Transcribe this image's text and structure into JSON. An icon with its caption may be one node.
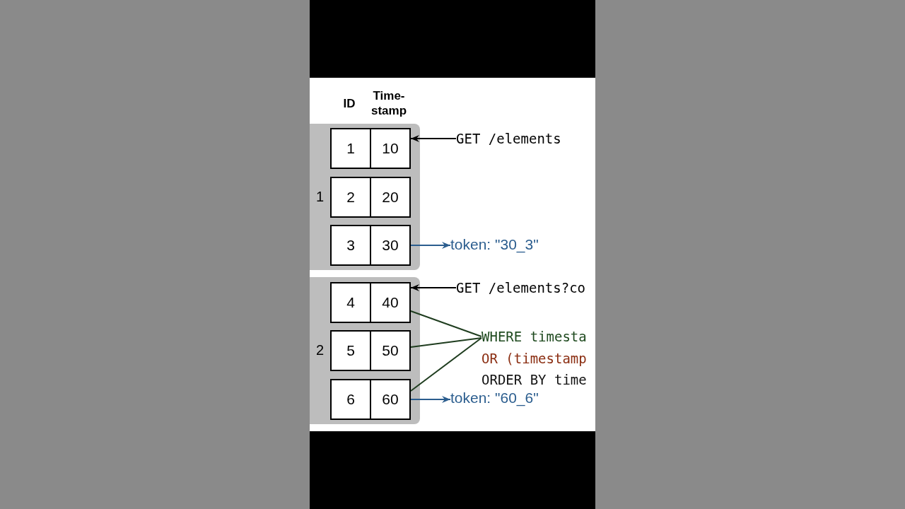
{
  "diagram": {
    "nodes": [
      {
        "text": [
          "1"
        ]
      },
      {
        "text": [
          "1",
          "10"
        ],
        "in": 0
      },
      {
        "text": [
          "2",
          "20"
        ],
        "in": 0
      },
      {
        "text": [
          "3",
          "30"
        ],
        "in": 0
      },
      {
        "text": [
          "2"
        ]
      },
      {
        "text": [
          "4",
          "40"
        ],
        "in": 4
      },
      {
        "text": [
          "5",
          "50"
        ],
        "in": 4
      },
      {
        "text": [
          "6",
          "60"
        ],
        "in": 4
      },
      {
        "text": [
          "GET /elements"
        ]
      },
      {
        "text": [
          "token: \"30_3\""
        ]
      },
      {
        "text": [
          "GET /elements?co"
        ]
      },
      {
        "text": [
          "WHERE timesta",
          "OR (timestamp",
          "ORDER BY time"
        ]
      },
      {
        "text": [
          "token: \"60_6\""
        ]
      }
    ],
    "edges": [
      {
        "from": 8,
        "to": 1,
        "arrow": "to",
        "color": "#000000"
      },
      {
        "from": 3,
        "to": 9,
        "arrow": "to",
        "color": "#2b5d8e"
      },
      {
        "from": 10,
        "to": 5,
        "arrow": "to",
        "color": "#000000"
      },
      {
        "from": 11,
        "to": 5,
        "arrow": "none",
        "color": "#1f3d1f"
      },
      {
        "from": 11,
        "to": 6,
        "arrow": "none",
        "color": "#1f3d1f"
      },
      {
        "from": 11,
        "to": 7,
        "arrow": "none",
        "color": "#1f3d1f"
      },
      {
        "from": 7,
        "to": 12,
        "arrow": "to",
        "color": "#2b5d8e"
      }
    ],
    "labels": [
      "ID",
      "Time- stamp"
    ]
  }
}
